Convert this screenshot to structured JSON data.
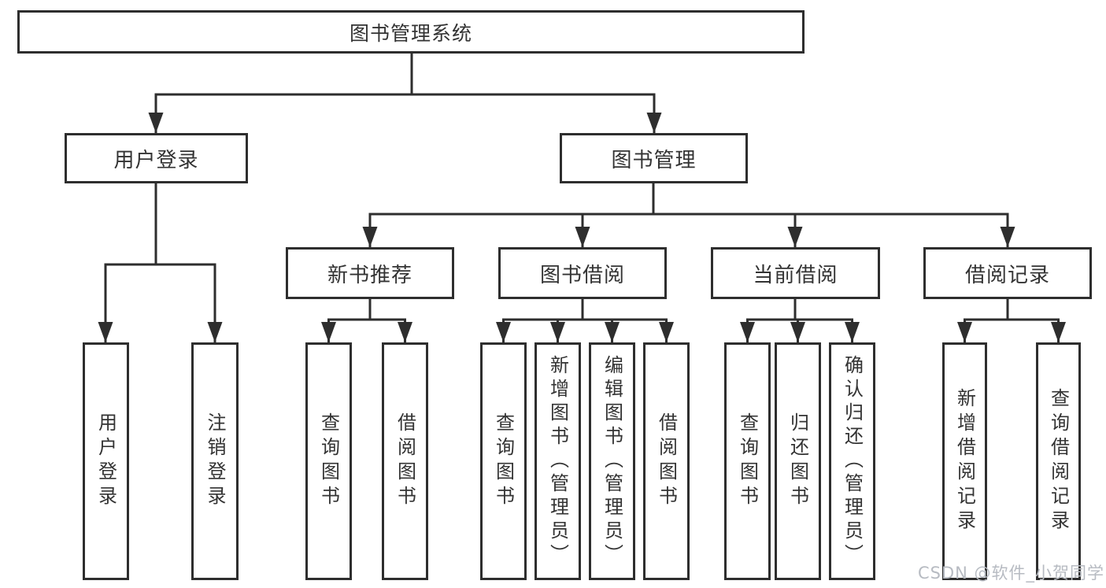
{
  "diagram": {
    "root": {
      "label": "图书管理系统"
    },
    "branches": [
      {
        "label": "用户登录",
        "children": [
          {
            "label": "用户登录"
          },
          {
            "label": "注销登录"
          }
        ]
      },
      {
        "label": "图书管理",
        "children": [
          {
            "label": "新书推荐",
            "children": [
              {
                "label": "查询图书"
              },
              {
                "label": "借阅图书"
              }
            ]
          },
          {
            "label": "图书借阅",
            "children": [
              {
                "label": "查询图书"
              },
              {
                "label": "新增图书（管理员）"
              },
              {
                "label": "编辑图书（管理员）"
              },
              {
                "label": "借阅图书"
              }
            ]
          },
          {
            "label": "当前借阅",
            "children": [
              {
                "label": "查询图书"
              },
              {
                "label": "归还图书"
              },
              {
                "label": "确认归还（管理员）"
              }
            ]
          },
          {
            "label": "借阅记录",
            "children": [
              {
                "label": "新增借阅记录"
              },
              {
                "label": "查询借阅记录"
              }
            ]
          }
        ]
      }
    ]
  },
  "watermark": {
    "text": "CSDN @软件_小贺同学"
  },
  "colors": {
    "line": "#2e2e2e",
    "box_border": "#2e2e2e",
    "box_background": "#ffffff",
    "text": "#333333",
    "watermark_text": "#b7bbc2",
    "page_background": "#ffffff"
  }
}
